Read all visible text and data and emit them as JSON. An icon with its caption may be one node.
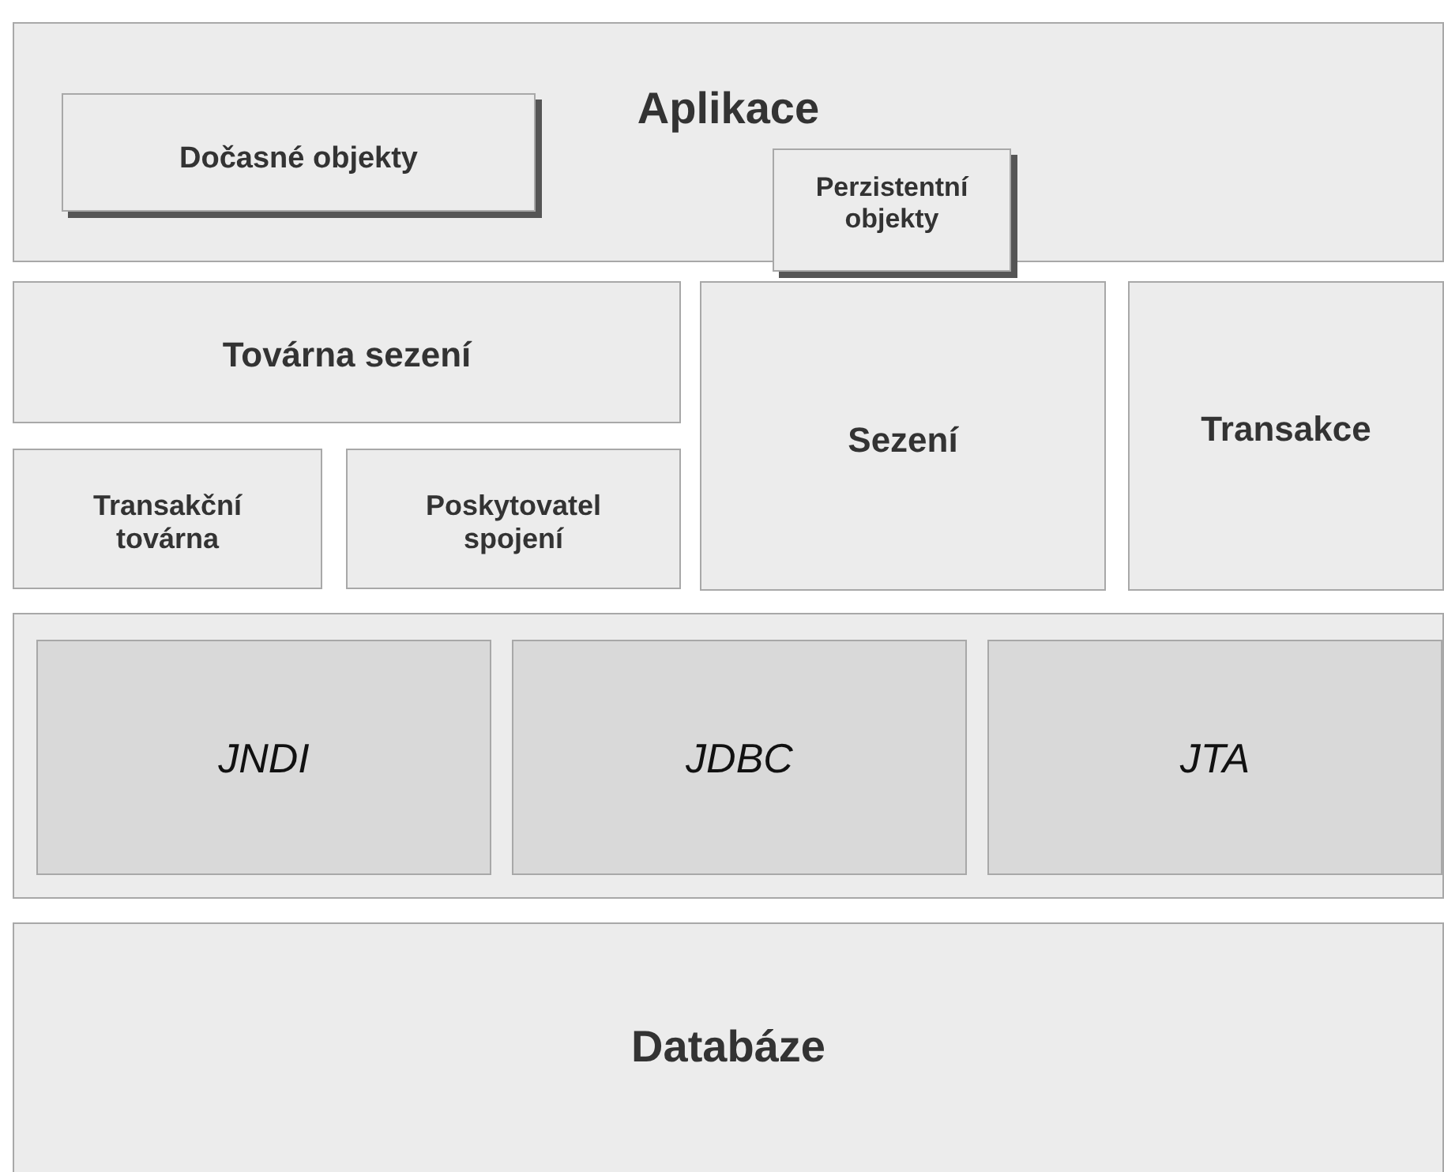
{
  "diagram": {
    "nodes": [
      {
        "text": [
          "Aplikace"
        ]
      },
      {
        "text": [
          "Dočasné objekty"
        ],
        "in": 0
      },
      {
        "text": [
          "Perzistentní objekty"
        ]
      },
      {
        "text": [
          "Továrna sezení"
        ]
      },
      {
        "text": [
          "Transakční továrna"
        ]
      },
      {
        "text": [
          "Poskytovatel spojení"
        ]
      },
      {
        "text": [
          "Sezení"
        ]
      },
      {
        "text": [
          "Transakce"
        ]
      },
      {
        "text": [],
        "shape": "box"
      },
      {
        "text": [
          "JNDI"
        ],
        "in": 8
      },
      {
        "text": [
          "JDBC"
        ],
        "in": 8
      },
      {
        "text": [
          "JTA"
        ],
        "in": 8
      },
      {
        "text": [
          "Databáze"
        ]
      }
    ],
    "edges": []
  }
}
